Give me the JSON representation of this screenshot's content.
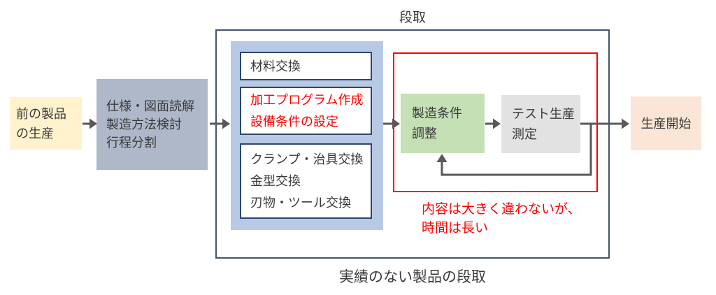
{
  "diagram": {
    "title": "段取",
    "caption": "実績のない製品の段取",
    "annotation": {
      "line1": "内容は大きく違わないが、",
      "line2": "時間は長い"
    }
  },
  "nodes": {
    "previous_production": {
      "line1": "前の製品",
      "line2": "の生産"
    },
    "design_review": {
      "line1": "仕様・図面読解",
      "line2": "製造方法検討",
      "line3": "行程分割"
    },
    "material_exchange": {
      "label": "材料交換"
    },
    "machining_program": {
      "line1": "加工プログラム作成",
      "line2": "設備条件の設定"
    },
    "tool_exchange": {
      "line1": "クランプ・治具交換",
      "line2": "金型交換",
      "line3": "刃物・ツール交換"
    },
    "condition_adjustment": {
      "line1": "製造条件",
      "line2": "調整"
    },
    "test_production": {
      "line1": "テスト生産",
      "line2": "測定"
    },
    "production_start": {
      "label": "生産開始"
    }
  },
  "colors": {
    "previous_production_bg": "#FFF2CC",
    "design_review_bg": "#AEB8C9",
    "panel_bg": "#B7C9E3",
    "white_box_border": "#2F4470",
    "outer_border": "#44546A",
    "highlight_red": "#FF0000",
    "condition_bg": "#C5E0B4",
    "test_bg": "#E2E2E2",
    "start_bg": "#FBE5D6",
    "arrow": "#595959",
    "text": "#3A3A3A"
  }
}
